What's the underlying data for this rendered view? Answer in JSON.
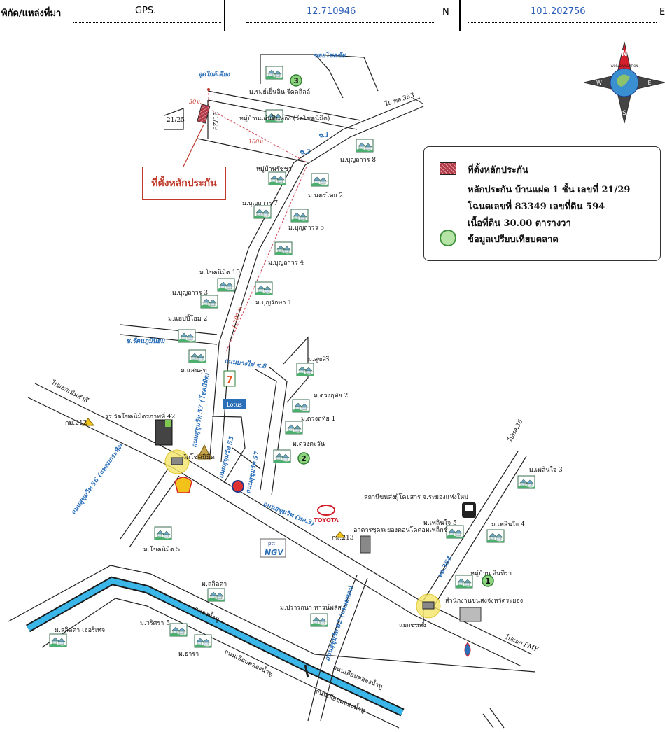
{
  "header": {
    "label": "พิกัด/แหล่งที่มา",
    "source": "GPS.",
    "latitude": "12.710946",
    "lat_dir": "N",
    "longitude": "101.202756",
    "lon_dir": "E"
  },
  "compass": {
    "n": "N",
    "s": "S",
    "e": "E",
    "w": "W",
    "brand": "WORLD VALUATION"
  },
  "callout": "ที่ตั้งหลักประกัน",
  "legend": {
    "subject_title": "ที่ตั้งหลักประกัน",
    "line1": "หลักประกัน บ้านแฝด 1 ชั้น เลขที่ 21/29",
    "line2": "โฉนดเลขที่ 83349  เลขที่ดิน 594",
    "line3": "เนื้อที่ดิน 30.00 ตารางวา",
    "comparable": "ข้อมูลเปรียบเทียบตลาด"
  },
  "map": {
    "labels": {
      "nearby_point": "จุดใกล้เคียง",
      "dim_30m": "30ม.",
      "lot_2125": "21/25",
      "lot_2129": "21/29",
      "dim_100m": "100ม.",
      "dist_1700": "1,700 ม.",
      "soi_chokchai": "ซอยโชคชัย",
      "to_363": "ไป ทล.363",
      "soi_1": "ซ.1",
      "soi_2": "ซ.2",
      "mu_ramyenlin": "ม.รมย์เย็นลิน รีดคลิลล์",
      "mu_baan_parinya": "หมู่บ้านแผ่นดินทอง (วัดโชคนิมิต)",
      "mu_bunthawon8": "ม.บุญถาวร 8",
      "mu_baan_rucha": "หมู่บ้านรัชชา",
      "mu_nakhonthai2": "ม.นครไทย 2",
      "mu_bunthawon7": "ม.บุญถาวร 7",
      "mu_bunthawon5": "ม.บุญถาวร 5",
      "mu_bunthawon4": "ม.บุญถาวร 4",
      "mu_choknimit10": "ม.โชคนิมิต 10",
      "mu_bunthawon3": "ม.บุญถาวร 3",
      "mu_bunruksa1": "ม.บุญรักษา 1",
      "mu_happyhome2": "ม.แฮปปี้โฮม 2",
      "soi_rattanam": "ซ.รัตนภูมินิยม",
      "road_bangphai": "ถนนบางไผ่ ซ.8",
      "mu_sansuk": "ม.แสนสุข",
      "mu_sukhsiri": "ม.สุขสิริ",
      "mu_duangruthai2": "ม.ดวงฤทัย 2",
      "mu_duangruthai1": "ม.ดวงฤทัย 1",
      "mu_duangtawan": "ม.ดวงตะวัน",
      "to_nernsamlee": "ไปแยกเนินสำลี",
      "km212": "กม.212",
      "school": "รร.วัดโชคนิมิตรภาพที่ 42",
      "soi57": "ถนนสุขุมวิท 57 (โชคนิมิต)",
      "wat": "วัดโชคนิมิต",
      "soi55": "ถนนสุขุมวิท 55",
      "soi57b": "ถนนสุขุมวิท 57",
      "soi56": "ถนนสุขุมวิท 56 (แหลมกระทิง)",
      "sukhumvit": "ถนนสุขุมวิท (ทล.3)",
      "km213": "กม.213",
      "toyota": "TOYOTA",
      "condo": "อาคารชุดระยองคอนโดคอมเพล็กซ์",
      "bus_station": "สถานีขนส่งผู้โดยสาร จ.ระยองแห่งใหม่",
      "choknimit5": "ม.โชคนิมิต 5",
      "to_36": "ไปทล.36",
      "phloenchai3": "ม.เพลินใจ 3",
      "phloenchai5": "ม.เพลินใจ 5",
      "phloenchai4": "ม.เพลินใจ 4",
      "tl364": "ทล.364",
      "mu_intira": "หมู่บ้าน อินทิรา",
      "transport_office": "สำนักงานขนส่งจังหวัดระยอง",
      "intersection": "แยกขนส่ง",
      "to_pmy": "ไปแยก PMY",
      "mu_lalita": "ม.ลลิลตา",
      "mu_pranna": "ม.ปรารถนา ทาวน์พลัส",
      "mu_warisara5": "ม.วริศรา 5",
      "mu_lalita_heritage": "ม.ลลิลตา เฮอริเทจ",
      "mu_thara": "ม.ธารา",
      "klong": "คลองน้ำหู",
      "soi62": "ถนนสุขุมวิท 62 (แหลมทอง)",
      "road_khlong1": "ถนนเลียบคลองน้ำหู",
      "road_khlong2": "ถนนเลียบคลองน้ำหู",
      "road_khlong3": "ถนนเลียบคลองน้ำหู",
      "marker1": "1",
      "marker2": "2",
      "marker3": "3",
      "ptt": "ptt",
      "ngv": "NGV",
      "seven": "7",
      "lotus": "Lotus"
    }
  }
}
